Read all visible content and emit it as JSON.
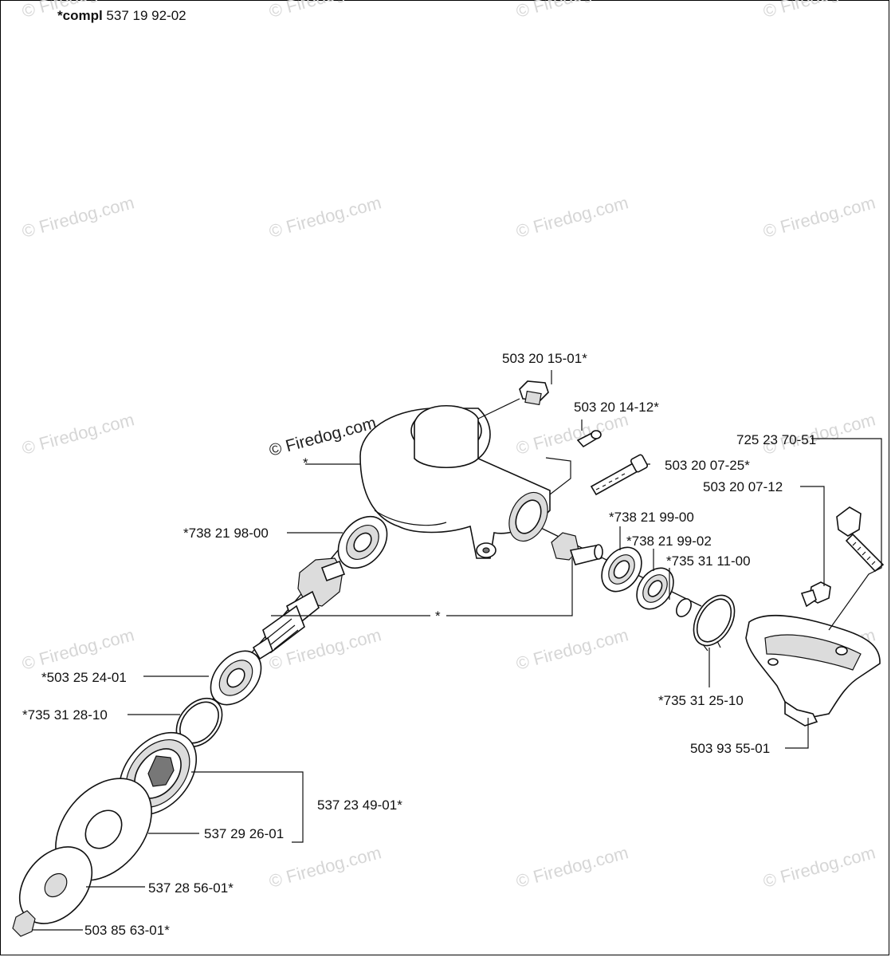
{
  "header": {
    "prefix": "*compl",
    "number": "537 19 92-02"
  },
  "watermark": "© Firedog.com",
  "parts": {
    "plug": "503 20 15-01*",
    "screw_small": "503 20 14-12*",
    "bolt_long": "503 20 07-25*",
    "bolt_725": "725 23 70-51",
    "screw_guard": "503 20 07-12",
    "bearing_738_98": "*738 21 98-00",
    "bearing_738_99_00": "*738 21 99-00",
    "bearing_738_99_02": "*738 21 99-02",
    "circlip_735_11": "*735 31 11-00",
    "gearbox_asterisk": "*",
    "gear_asterisk": "*",
    "bearing_503_25": "*503 25 24-01",
    "circlip_735_28": "*735 31 28-10",
    "circlip_735_25": "*735 31 25-10",
    "guard": "503 93 55-01",
    "kit": "537 23 49-01*",
    "cup": "537 29 26-01",
    "washer": "537 28 56-01*",
    "nut": "503 85 63-01*"
  }
}
